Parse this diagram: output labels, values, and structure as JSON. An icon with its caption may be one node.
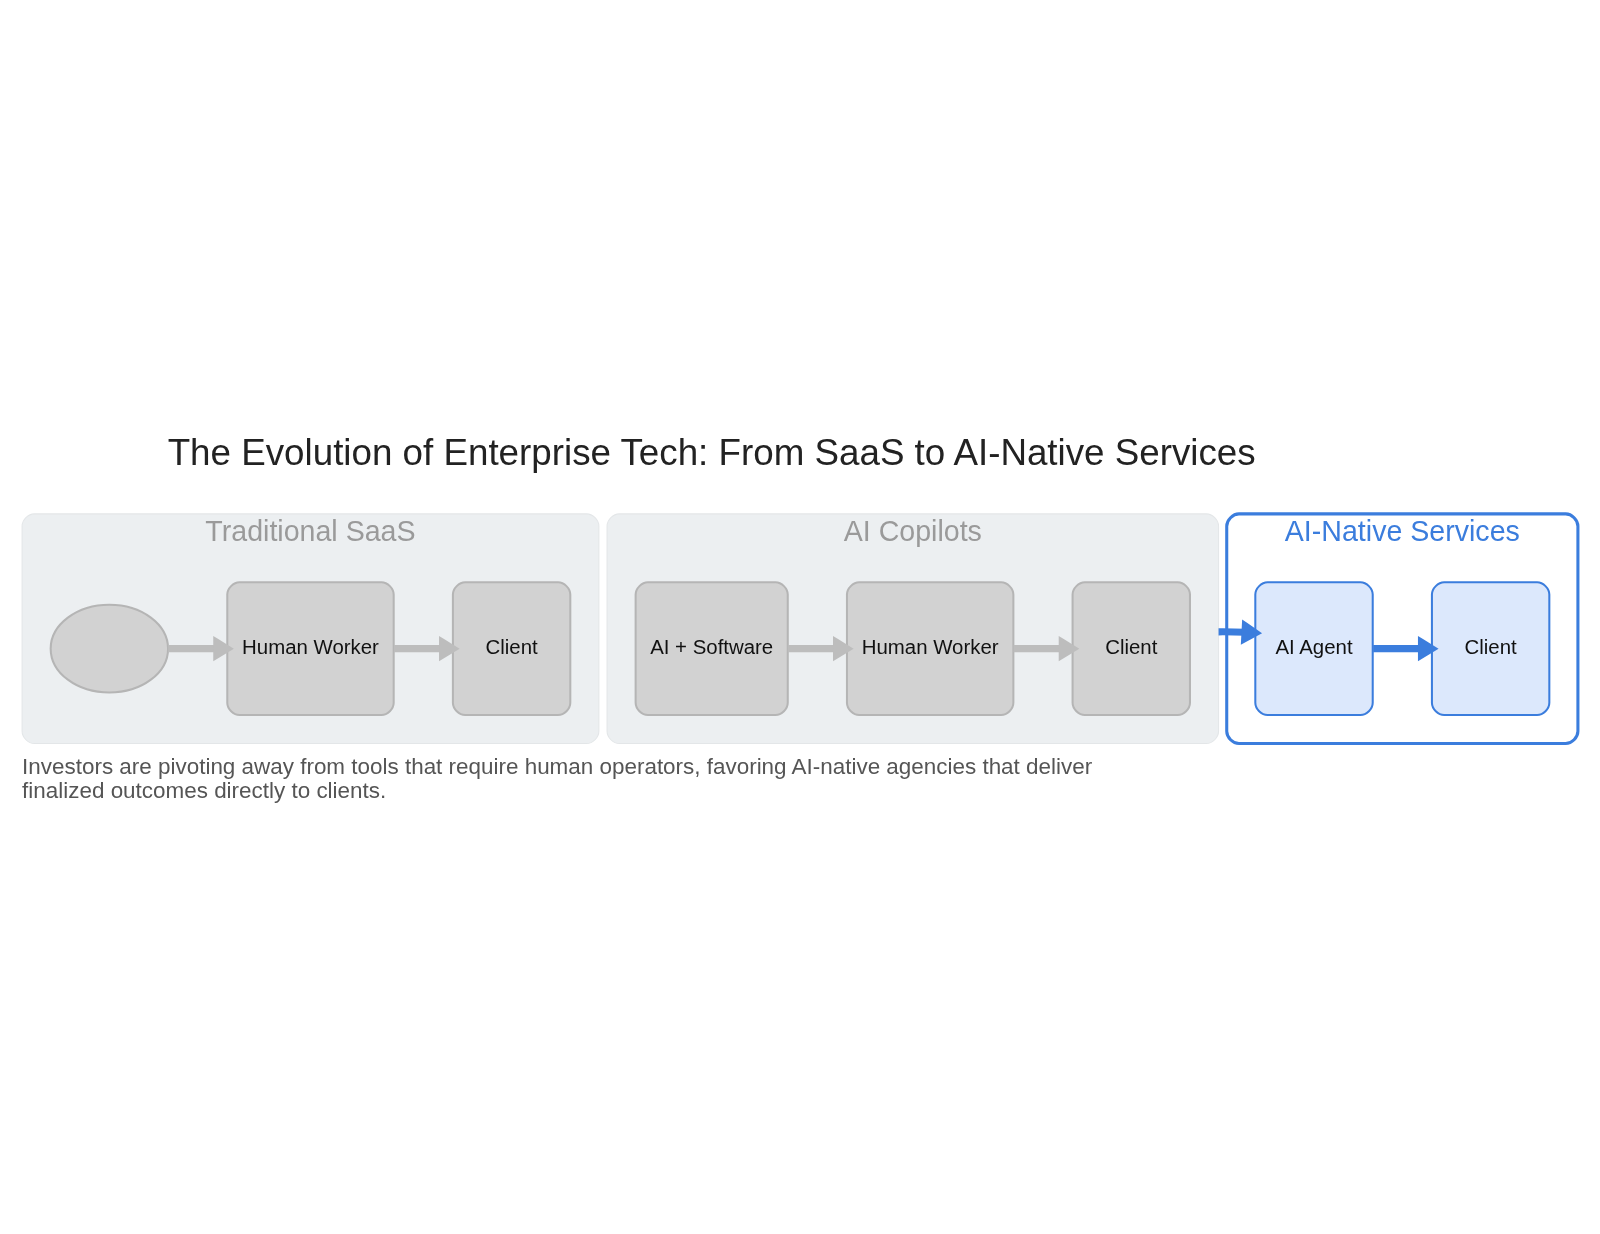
{
  "diagram": {
    "title": "The Evolution of Enterprise Tech: From SaaS to AI-Native Services",
    "nodes": [
      {
        "text": [
          "Traditional SaaS"
        ]
      },
      {
        "text": [],
        "shape": "cloud",
        "in": 0
      },
      {
        "text": [
          "Human Worker"
        ],
        "in": 0
      },
      {
        "text": [
          "Client"
        ],
        "in": 0
      },
      {
        "text": [
          "AI Copilots"
        ]
      },
      {
        "text": [
          "AI + Software"
        ],
        "in": 4
      },
      {
        "text": [
          "Human Worker"
        ],
        "in": 4
      },
      {
        "text": [
          "Client"
        ],
        "in": 4
      },
      {
        "text": [
          "AI-Native Services"
        ]
      },
      {
        "text": [
          "AI Agent"
        ],
        "in": 8
      },
      {
        "text": [
          "Client"
        ],
        "in": 8
      }
    ],
    "edges": [
      {
        "from": 1,
        "to": 2,
        "arrow": "to"
      },
      {
        "from": 2,
        "to": 3,
        "arrow": "to"
      },
      {
        "from": 5,
        "to": 6,
        "arrow": "to"
      },
      {
        "from": 6,
        "to": 7,
        "arrow": "to"
      },
      {
        "from": 4,
        "to": 9,
        "arrow": "to",
        "color": "#3b7ddd"
      },
      {
        "from": 9,
        "to": 10,
        "arrow": "to",
        "color": "#3b7ddd"
      }
    ],
    "caption": "Investors are pivoting away from tools that require human operators, favoring AI-native agencies that deliver finalized outcomes directly to clients."
  }
}
